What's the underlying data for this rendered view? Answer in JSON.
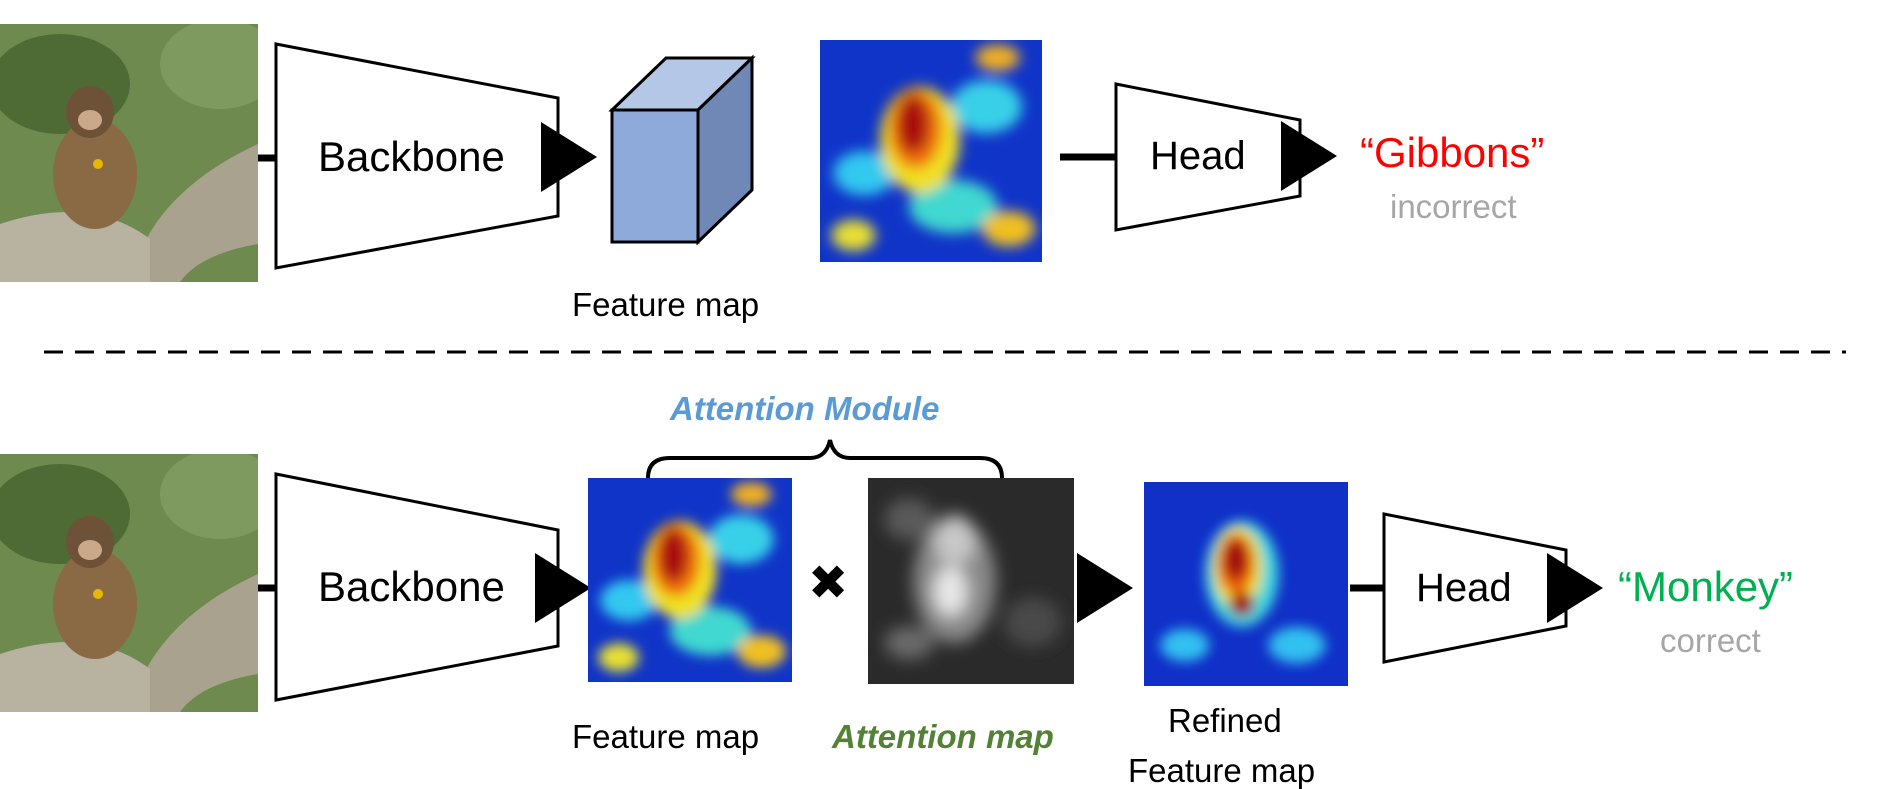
{
  "top_row": {
    "backbone_label": "Backbone",
    "feature_map_caption": "Feature map",
    "head_label": "Head",
    "prediction": "“Gibbons”",
    "verdict": "incorrect"
  },
  "bottom_row": {
    "backbone_label": "Backbone",
    "module_label": "Attention Module",
    "feature_map_caption": "Feature map",
    "multiply_symbol": "✖",
    "attention_map_caption": "Attention map",
    "refined_caption_line1": "Refined",
    "refined_caption_line2": "Feature map",
    "head_label": "Head",
    "prediction": "“Monkey”",
    "verdict": "correct"
  },
  "colors": {
    "cube_front": "#8eaadb",
    "cube_top": "#b4c7e7",
    "cube_side": "#6f88b5",
    "prediction_incorrect": "#ff0000",
    "prediction_correct": "#00b050",
    "verdict_text": "#a6a6a6",
    "module_label": "#5b9bd5",
    "attention_map_label": "#538135"
  }
}
